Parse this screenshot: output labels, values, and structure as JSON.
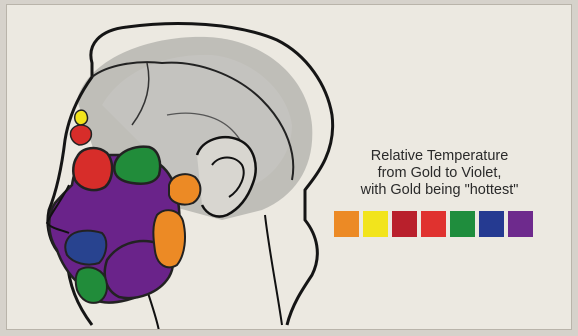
{
  "caption": {
    "line1": "Relative Temperature",
    "line2": "from Gold to Violet,",
    "line3": "with Gold being \"hottest\""
  },
  "legend": {
    "swatches": [
      {
        "color": "#ec8a25"
      },
      {
        "color": "#f2e41c"
      },
      {
        "color": "#b9202c"
      },
      {
        "color": "#e0322f"
      },
      {
        "color": "#1f8d3d"
      },
      {
        "color": "#253a91"
      },
      {
        "color": "#6e2a8d"
      }
    ]
  },
  "zones": {
    "gold": "#ec8a25",
    "yellow": "#f2e41c",
    "red": "#d72d2a",
    "green": "#218c3a",
    "blue": "#28438f",
    "violet": "#6a238a"
  }
}
